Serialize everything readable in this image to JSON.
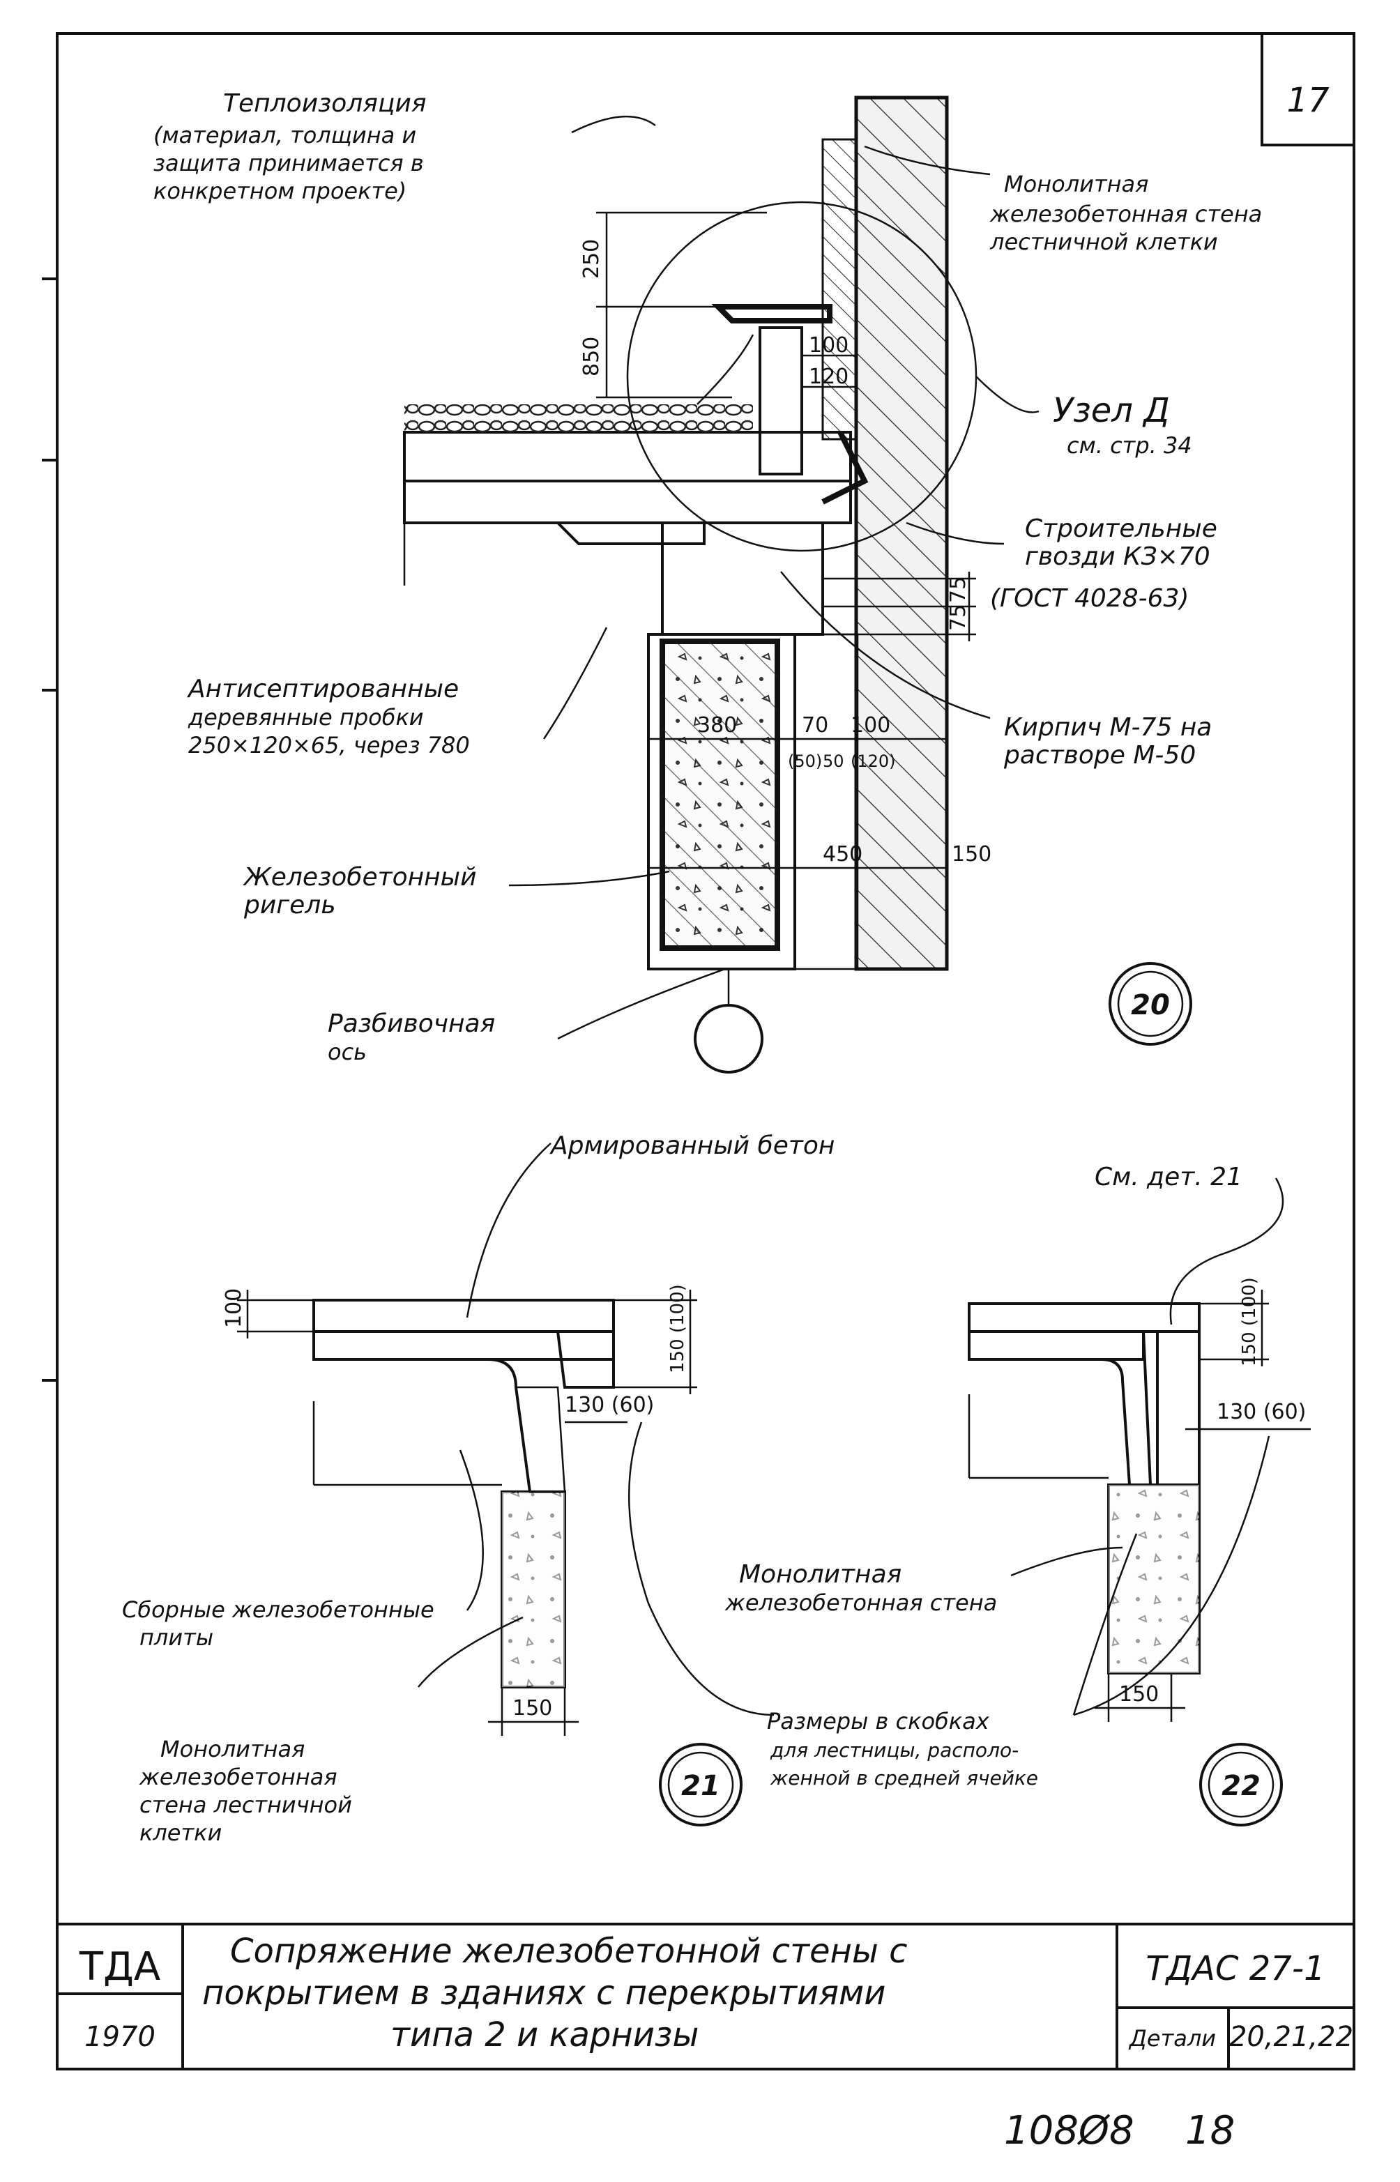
{
  "sheet": {
    "number": "17",
    "bottom_code": "108Ø8",
    "bottom_page": "18"
  },
  "stamp": {
    "org": "ТДА",
    "year": "1970",
    "title_lines": [
      "Сопряжение   железобетонной   стены  с",
      "покрытием   в   зданиях   с  перекрытиями",
      "типа  2   и    карнизы"
    ],
    "code": "ТДАС 27-1",
    "details_label": "Детали",
    "details_value": "20,21,22"
  },
  "detail20": {
    "circle": "20",
    "labels": {
      "insulation": [
        "Теплоизоляция",
        "(материал, толщина и",
        "защита принимается в",
        "конкретном проекте)"
      ],
      "mono_wall": [
        "Монолитная",
        "железобетонная стена",
        "лестничной клетки"
      ],
      "node": [
        "Узел  Д",
        "см. стр. 34"
      ],
      "nails": [
        "Строительные",
        "гвозди КЗ×70",
        "(ГОСТ 4028-63)"
      ],
      "plugs": [
        "Антисептированные",
        "деревянные   пробки",
        "250×120×65, через 780"
      ],
      "brick": [
        "Кирпич М-75 на",
        "растворе М-50"
      ],
      "girder": [
        "Железобетонный",
        "ригель"
      ],
      "axis": [
        "Разбивочная",
        "ось"
      ]
    },
    "dims": {
      "d250": "250",
      "d850": "850",
      "d100": "100",
      "d120": "120",
      "d75a": "75",
      "d75b": "75",
      "d380": "380",
      "d70": "70",
      "d100b": "100",
      "d50a": "(50)",
      "d50b": "50",
      "d120b": "(120)",
      "d450": "450",
      "d150": "150"
    }
  },
  "detail21": {
    "circle": "21",
    "labels": {
      "reinforced": "Армированный   бетон",
      "precast": [
        "Сборные железобетонные",
        "плиты"
      ],
      "mono_wall": [
        "Монолитная",
        "железобетонная",
        "стена лестничной",
        "клетки"
      ],
      "brackets": [
        "Размеры в скобках",
        "для  лестницы, располо-",
        "женной в средней ячейке"
      ]
    },
    "dims": {
      "d100": "100",
      "d150_100": "150 (100)",
      "d130_60": "130 (60)",
      "d150": "150"
    }
  },
  "detail22": {
    "circle": "22",
    "labels": {
      "see": "См. дет. 21",
      "mono_wall": [
        "Монолитная",
        "железобетонная стена"
      ]
    },
    "dims": {
      "d150_100": "150 (100)",
      "d130_60": "130 (60)",
      "d150": "150"
    }
  }
}
